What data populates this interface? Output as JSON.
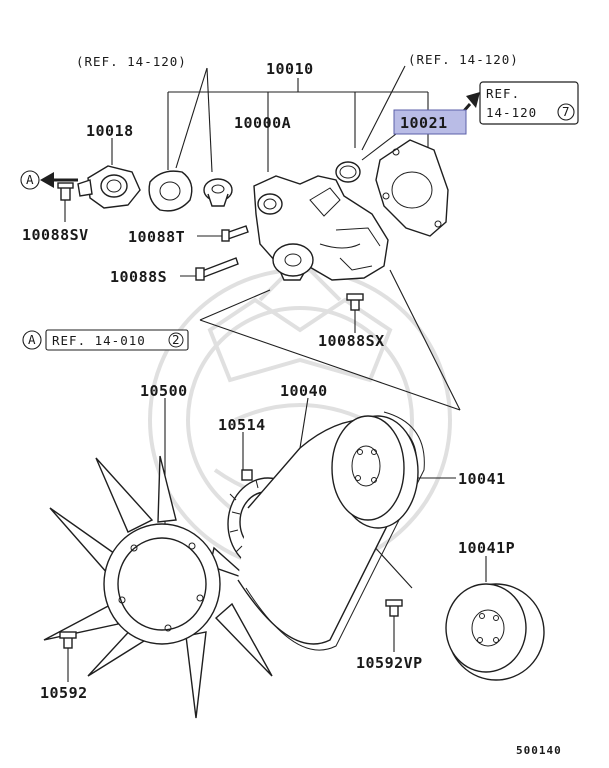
{
  "parts": {
    "p10010": "10010",
    "p10018": "10018",
    "p10000A": "10000A",
    "p10021": "10021",
    "p10088SV": "10088SV",
    "p10088T": "10088T",
    "p10088S": "10088S",
    "p10088SX": "10088SX",
    "p10500": "10500",
    "p10040": "10040",
    "p10514": "10514",
    "p10041": "10041",
    "p10041P": "10041P",
    "p10592": "10592",
    "p10592VP": "10592VP"
  },
  "refs": {
    "ref_left": "(REF. 14-120)",
    "ref_right": "(REF. 14-120)",
    "ref_box_line1": "REF.",
    "ref_box_line2": "14-120",
    "ref_box_circle": "7",
    "circle_a_top": "A",
    "circle_a_mid": "A",
    "ref_mid": "REF. 14-010",
    "ref_mid_circle": "2"
  },
  "footer": {
    "code": "500140"
  },
  "colors": {
    "highlight": "#b9bce6",
    "line": "#1f1f1f",
    "watermark": "#dddddd"
  }
}
